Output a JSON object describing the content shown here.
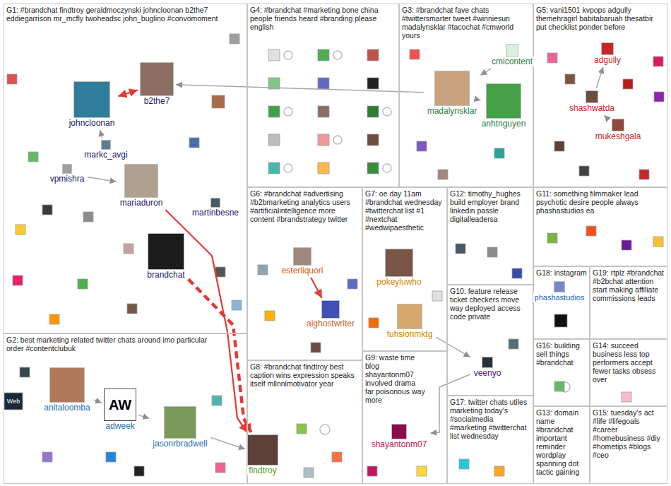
{
  "diagram": {
    "nodes": [
      {
        "text": [
          "G1: #brandchat findtroy geraldmoczynski johncloonan b2the7 eddiegarrison mr_mcfly twoheadsc john_buglino #convomoment"
        ]
      },
      {
        "text": [
          "johncloonan"
        ],
        "in": 0
      },
      {
        "text": [
          "b2the7"
        ],
        "in": 0
      },
      {
        "text": [
          "markc_avgi"
        ],
        "in": 0
      },
      {
        "text": [
          "vpmishra"
        ],
        "in": 0
      },
      {
        "text": [
          "mariaduron"
        ],
        "in": 0
      },
      {
        "text": [
          "martinbesne"
        ],
        "in": 0
      },
      {
        "text": [
          "brandchat"
        ],
        "in": 0
      },
      {
        "text": [
          "G4: #brandchat #marketing bone china people friends heard #branding please english"
        ]
      },
      {
        "text": [
          "G3: #brandchat fave chats #twittersmarter tweet #winniesun madalynsklar #tacochat #cmworld yours"
        ]
      },
      {
        "text": [
          "cmicontent"
        ],
        "in": 9
      },
      {
        "text": [
          "madalynsklar"
        ],
        "in": 9
      },
      {
        "text": [
          "anhtnguyen"
        ],
        "in": 9
      },
      {
        "text": [
          "G5: vani1501 kvpops adgully themehragirl babitabaruah thesatbir put checklist ponder before"
        ]
      },
      {
        "text": [
          "adgully"
        ],
        "in": 13
      },
      {
        "text": [
          "shashwatda"
        ],
        "in": 13
      },
      {
        "text": [
          "mukeshgala"
        ],
        "in": 13
      },
      {
        "text": [
          "G6: #brandchat #advertising #b2bmarketing analytics users #artificialintelligence more content #brandstrategy twitter"
        ]
      },
      {
        "text": [
          "esterliquori"
        ],
        "in": 17
      },
      {
        "text": [
          "aighostwriter"
        ],
        "in": 17
      },
      {
        "text": [
          "G7: oe day 11am #brandchat wednesday #twitterchat list #1 #nextchat #wedwipaesthetic"
        ]
      },
      {
        "text": [
          "pokeyluwho"
        ],
        "in": 20
      },
      {
        "text": [
          "fuhsionmktg"
        ],
        "in": 20
      },
      {
        "text": [
          "G12: timothy_hughes build employer brand linkedin passle digitalleadersa"
        ]
      },
      {
        "text": [
          "G11: something filmmaker lead psychotic desire people always phashastudios ea"
        ]
      },
      {
        "text": [
          "G18: instagram"
        ]
      },
      {
        "text": [
          "phashastudios"
        ],
        "in": 25
      },
      {
        "text": [
          "G19: rtplz #brandchat #b2bchat attention start making affiliate commissions leads"
        ]
      },
      {
        "text": [
          "G10: feature release ticket checkers move way deployed access code private"
        ]
      },
      {
        "text": [
          "veenyo"
        ],
        "in": 28
      },
      {
        "text": [
          "G16: building sell things #brandchat"
        ]
      },
      {
        "text": [
          "G14: succeed business less top performers accept fewer tasks obsess over"
        ]
      },
      {
        "text": [
          "G2: best marketing related twitter chats around imo particular order #contentclubuk"
        ]
      },
      {
        "text": [
          "anitaloomba"
        ],
        "in": 32
      },
      {
        "text": [
          "adweek"
        ],
        "in": 32
      },
      {
        "text": [
          "jasonrbradwell"
        ],
        "in": 32
      },
      {
        "text": [
          "G8: #brandchat findtroy best caption wins expression speaks itself mllnnlmotivator year"
        ]
      },
      {
        "text": [
          "findtroy"
        ],
        "in": 36
      },
      {
        "text": [
          "G9: waste time blog shayantonm07 involved drama far poisonous way more"
        ]
      },
      {
        "text": [
          "shayantonm07"
        ],
        "in": 38
      },
      {
        "text": [
          "G17: twitter chats utiles marketing today's #socialmedia #marketing #twitterchat list wednesday"
        ]
      },
      {
        "text": [
          "G13: domain name #brandchat important reminder wordplay spanning dot tactic gaining"
        ]
      },
      {
        "text": [
          "G15: tuesday's act #life #lifegoals #career #homebusiness #diy #hometips #blogs #ceo"
        ]
      }
    ],
    "edges": [
      {
        "from": 7,
        "to": 37,
        "arrow": "to"
      },
      {
        "from": 5,
        "to": 37,
        "arrow": "to"
      },
      {
        "from": 2,
        "to": 1,
        "arrow": "both"
      },
      {
        "from": 3,
        "to": 1,
        "arrow": "to"
      },
      {
        "from": 4,
        "to": 5,
        "arrow": "to"
      },
      {
        "from": 11,
        "to": 2,
        "arrow": "to"
      },
      {
        "from": 12,
        "to": 11,
        "arrow": "to"
      },
      {
        "from": 10,
        "to": 11,
        "arrow": "to"
      },
      {
        "from": 18,
        "to": 19,
        "arrow": "to"
      },
      {
        "from": 35,
        "to": 37,
        "arrow": "to"
      },
      {
        "from": 34,
        "to": 35,
        "arrow": "to"
      },
      {
        "from": 33,
        "to": 34,
        "arrow": "to"
      },
      {
        "from": 22,
        "to": 29,
        "arrow": "to"
      },
      {
        "from": 29,
        "to": 39,
        "arrow": "to"
      },
      {
        "from": 15,
        "to": 14,
        "arrow": "to"
      },
      {
        "from": 16,
        "to": 15,
        "arrow": "to"
      }
    ],
    "labels": [
      "Web",
      "AW"
    ]
  }
}
